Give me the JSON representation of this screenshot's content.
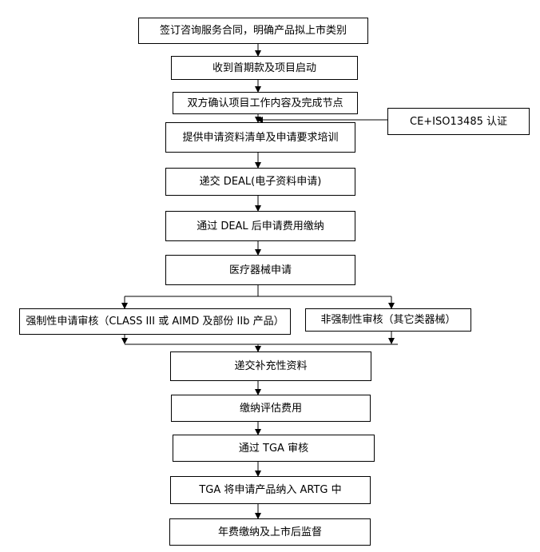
{
  "steps": {
    "s1": "签订咨询服务合同，明确产品拟上市类别",
    "s2": "收到首期款及项目启动",
    "s3": "双方确认项目工作内容及完成节点",
    "s4": "提供申请资料清单及申请要求培训",
    "side": "CE+ISO13485 认证",
    "s5": "递交 DEAL(电子资料申请)",
    "s6": "通过 DEAL 后申请费用缴纳",
    "s7": "医疗器械申请",
    "branch_left": "强制性申请审核（CLASS III 或 AIMD 及部份 IIb 产品）",
    "branch_right": "非强制性审核（其它类器械）",
    "s8": "递交补充性资料",
    "s9": "缴纳评估费用",
    "s10": "通过 TGA 审核",
    "s11": "TGA 将申请产品纳入 ARTG 中",
    "s12": "年费缴纳及上市后监督"
  }
}
